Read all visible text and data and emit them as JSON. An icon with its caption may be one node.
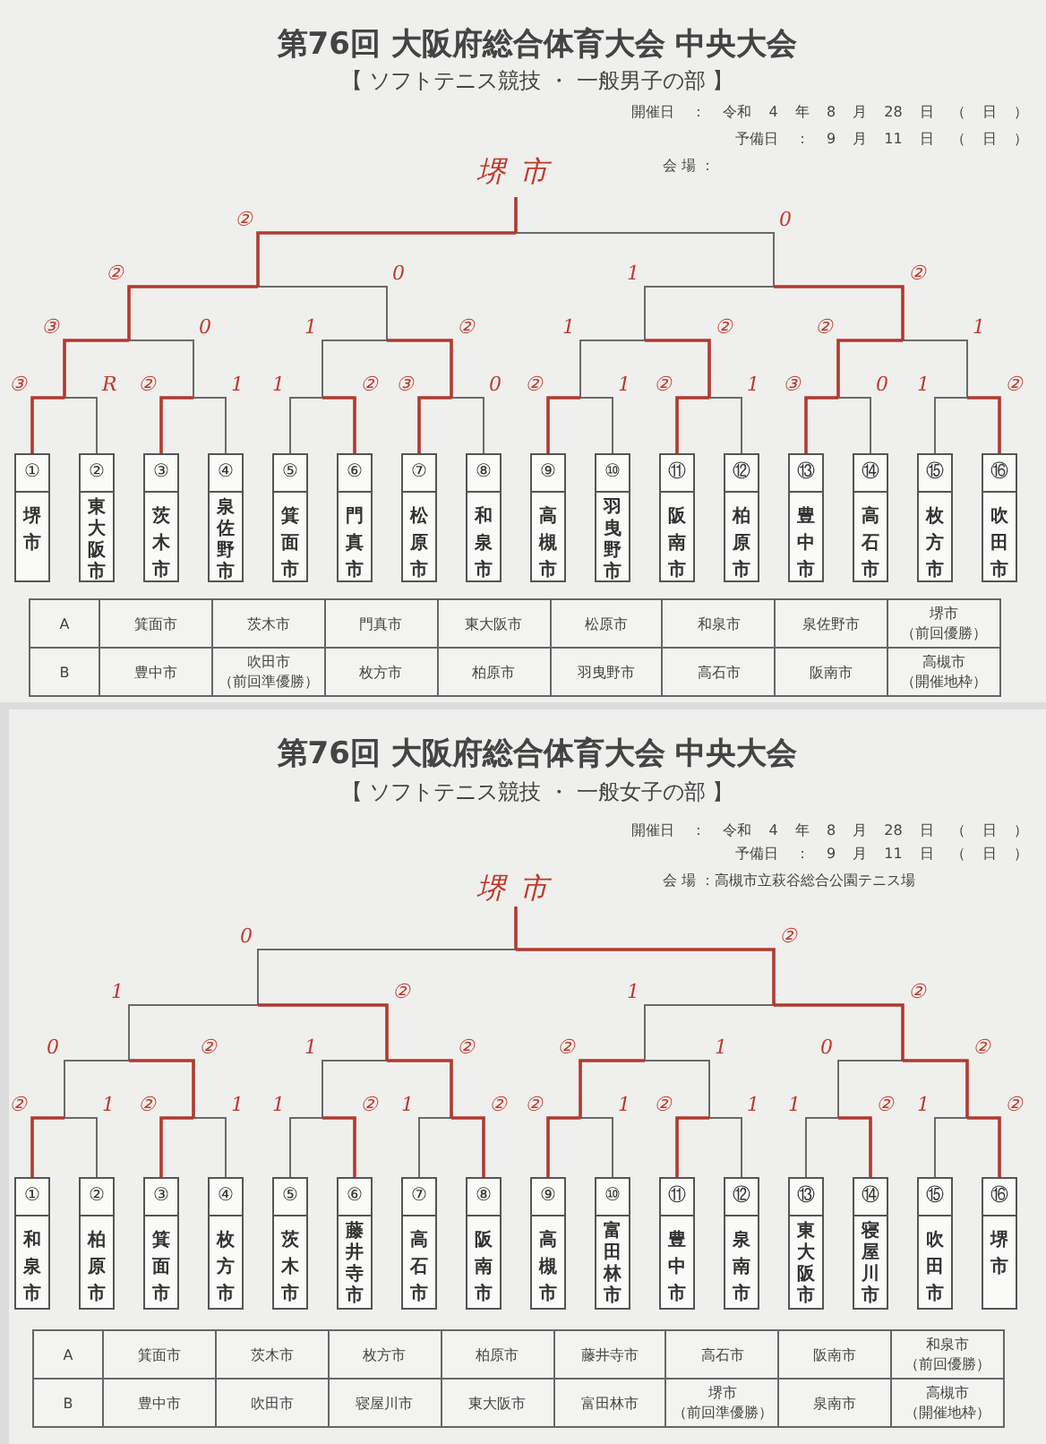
{
  "diagram": {
    "nodes": [
      {
        "text": [
          "①",
          "堺市"
        ]
      },
      {
        "text": [
          "②",
          "東大阪市"
        ]
      },
      {
        "text": [
          "③",
          "茨木市"
        ]
      },
      {
        "text": [
          "④",
          "泉佐野市"
        ]
      },
      {
        "text": [
          "⑤",
          "箕面市"
        ]
      },
      {
        "text": [
          "⑥",
          "門真市"
        ]
      },
      {
        "text": [
          "⑦",
          "松原市"
        ]
      },
      {
        "text": [
          "⑧",
          "和泉市"
        ]
      },
      {
        "text": [
          "⑨",
          "高槻市"
        ]
      },
      {
        "text": [
          "⑩",
          "羽曳野市"
        ]
      },
      {
        "text": [
          "⑪",
          "阪南市"
        ]
      },
      {
        "text": [
          "⑫",
          "柏原市"
        ]
      },
      {
        "text": [
          "⑬",
          "豊中市"
        ]
      },
      {
        "text": [
          "⑭",
          "高石市"
        ]
      },
      {
        "text": [
          "⑮",
          "枚方市"
        ]
      },
      {
        "text": [
          "⑯",
          "吹田市"
        ]
      },
      {
        "text": [
          "①",
          "和泉市"
        ]
      },
      {
        "text": [
          "②",
          "柏原市"
        ]
      },
      {
        "text": [
          "③",
          "箕面市"
        ]
      },
      {
        "text": [
          "④",
          "枚方市"
        ]
      },
      {
        "text": [
          "⑤",
          "茨木市"
        ]
      },
      {
        "text": [
          "⑥",
          "藤井寺市"
        ]
      },
      {
        "text": [
          "⑦",
          "高石市"
        ]
      },
      {
        "text": [
          "⑧",
          "阪南市"
        ]
      },
      {
        "text": [
          "⑨",
          "高槻市"
        ]
      },
      {
        "text": [
          "⑩",
          "富田林市"
        ]
      },
      {
        "text": [
          "⑪",
          "豊中市"
        ]
      },
      {
        "text": [
          "⑫",
          "泉南市"
        ]
      },
      {
        "text": [
          "⑬",
          "東大阪市"
        ]
      },
      {
        "text": [
          "⑭",
          "寝屋川市"
        ]
      },
      {
        "text": [
          "⑮",
          "吹田市"
        ]
      },
      {
        "text": [
          "⑯",
          "堺市"
        ]
      }
    ],
    "labels": [
      "第76回 大阪府総合体育大会 中央大会",
      "【 ソフトテニス競技 ・ 一般男子の部 】",
      "開催日 ： 令和 4 年 8 月 28 日 （ 日 ）",
      "予備日 ： 9 月 11 日 （ 日 ）",
      "会 場 ：",
      "堺市",
      "②",
      "0",
      "②",
      "0",
      "1",
      "②",
      "③",
      "0",
      "1",
      "②",
      "1",
      "②",
      "②",
      "1",
      "③",
      "R",
      "②",
      "1",
      "1",
      "②",
      "③",
      "0",
      "②",
      "1",
      "②",
      "1",
      "③",
      "0",
      "1",
      "②",
      "A",
      "箕面市",
      "茨木市",
      "門真市",
      "東大阪市",
      "松原市",
      "和泉市",
      "泉佐野市",
      "堺市（前回優勝）",
      "B",
      "豊中市",
      "吹田市（前回準優勝）",
      "枚方市",
      "柏原市",
      "羽曳野市",
      "高石市",
      "阪南市",
      "高槻市（開催地枠）",
      "第76回 大阪府総合体育大会 中央大会",
      "【 ソフトテニス競技 ・ 一般女子の部 】",
      "開催日 ： 令和 4 年 8 月 28 日 （ 日 ）",
      "予備日 ： 9 月 11 日 （ 日 ）",
      "会 場 ：高槻市立萩谷総合公園テニス場",
      "堺市",
      "0",
      "②",
      "1",
      "②",
      "1",
      "②",
      "0",
      "②",
      "1",
      "②",
      "②",
      "1",
      "0",
      "②",
      "②",
      "1",
      "②",
      "1",
      "1",
      "②",
      "1",
      "②",
      "②",
      "1",
      "②",
      "1",
      "1",
      "②",
      "1",
      "②",
      "A",
      "箕面市",
      "茨木市",
      "枚方市",
      "柏原市",
      "藤井寺市",
      "高石市",
      "阪南市",
      "和泉市（前回優勝）",
      "B",
      "豊中市",
      "吹田市",
      "寝屋川市",
      "東大阪市",
      "富田林市",
      "堺市（前回準優勝）",
      "泉南市",
      "高槻市（開催地枠）"
    ]
  }
}
